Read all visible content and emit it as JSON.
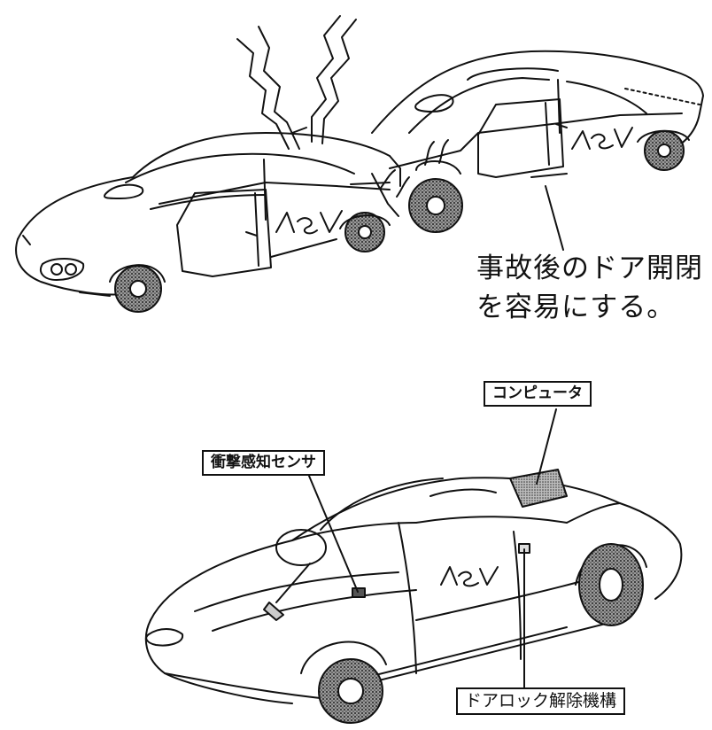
{
  "top_illustration": {
    "badge_front": "ASV",
    "badge_rear": "ASV",
    "caption_line1": "事故後のドア開閉",
    "caption_line2": "を容易にする。"
  },
  "bottom_illustration": {
    "badge": "ASV",
    "label_computer": "コンピュータ",
    "label_sensor": "衝撃感知センサ",
    "label_door_lock": "ドアロック解除機構"
  },
  "colors": {
    "ink": "#111111",
    "paper": "#ffffff",
    "tire": "#555555"
  }
}
